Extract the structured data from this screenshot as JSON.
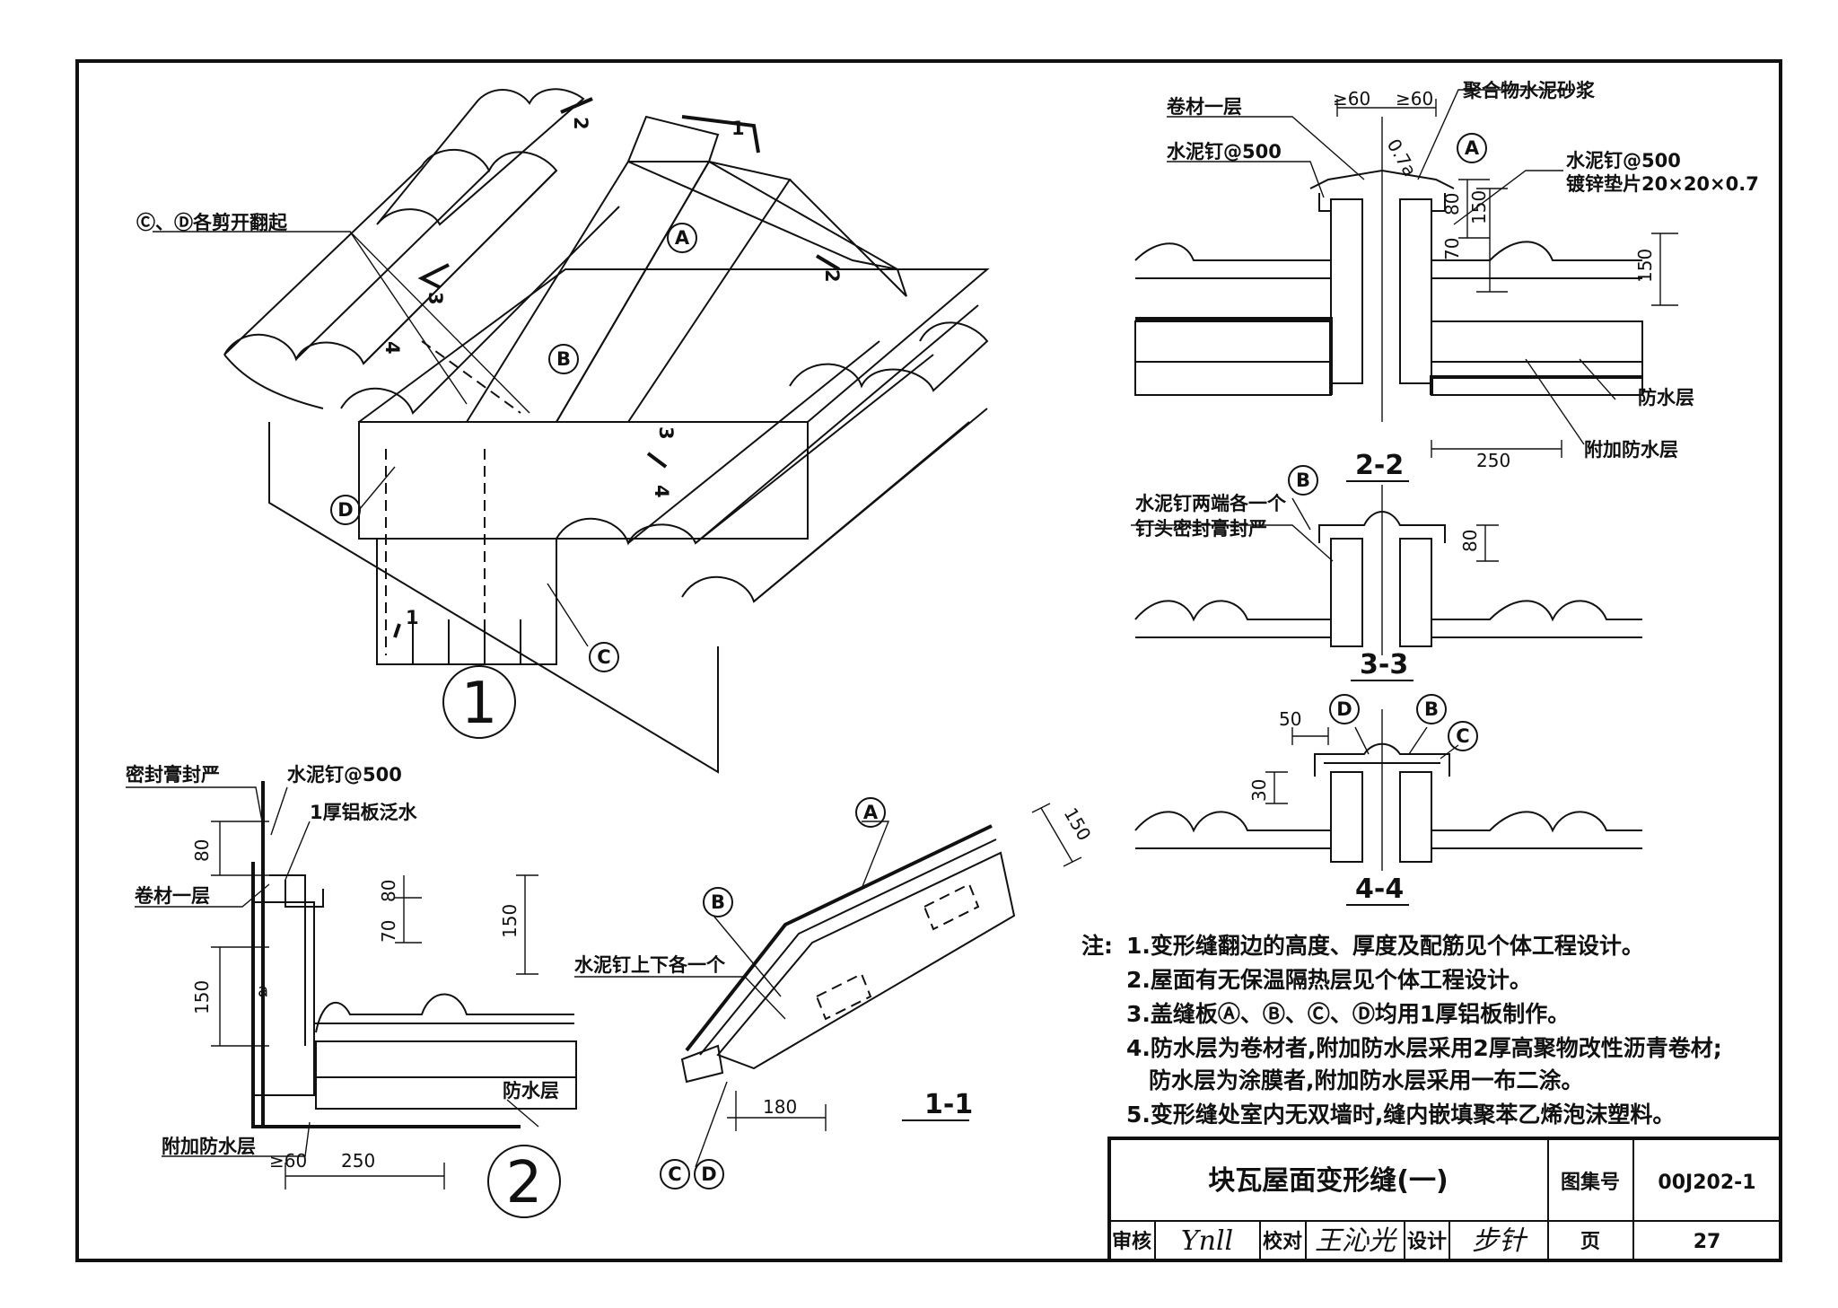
{
  "callouts": {
    "cd_cut": "Ⓒ、Ⓓ各剪开翻起",
    "A": "A",
    "B": "B",
    "C": "C",
    "D": "D",
    "cut_1": "1",
    "cut_2": "2",
    "cut_3": "3",
    "cut_4": "4",
    "detail_1": "1",
    "detail_2": "2"
  },
  "labels": {
    "sealant": "密封膏封严",
    "cement_nail": "水泥钉@500",
    "al_flashing": "1厚铝板泛水",
    "membrane": "卷材一层",
    "waterproof": "防水层",
    "extra_waterproof": "附加防水层",
    "polymer_mortar": "聚合物水泥砂浆",
    "cement_nail_right": "水泥钉@500",
    "washer": "镀锌垫片20×20×0.7",
    "nail_each_side": "水泥钉两端各一个",
    "nail_head_seal": "钉头密封膏封严",
    "nail_up_down": "水泥钉上下各一个",
    "a": "a"
  },
  "dims": {
    "d80": "80",
    "d150": "150",
    "d70": "70",
    "d250": "250",
    "d60": "≥60",
    "d180": "180",
    "d50": "50",
    "d30": "30",
    "d07": "0.7a"
  },
  "sections": {
    "s11": "1-1",
    "s22": "2-2",
    "s33": "3-3",
    "s44": "4-4"
  },
  "notes": {
    "prefix": "注:",
    "items": [
      "1.变形缝翻边的高度、厚度及配筋见个体工程设计。",
      "2.屋面有无保温隔热层见个体工程设计。",
      "3.盖缝板Ⓐ、Ⓑ、Ⓒ、Ⓓ均用1厚铝板制作。",
      "4.防水层为卷材者,附加防水层采用2厚高聚物改性沥青卷材;",
      "防水层为涂膜者,附加防水层采用一布二涂。",
      "5.变形缝处室内无双墙时,缝内嵌填聚苯乙烯泡沫塑料。"
    ]
  },
  "title_block": {
    "title": "块瓦屋面变形缝(一)",
    "atlas_label": "图集号",
    "atlas_no": "00J202-1",
    "review": "审核",
    "check": "校对",
    "design": "设计",
    "page_label": "页",
    "page_no": "27",
    "sig_review": "Ynll",
    "sig_check": "王沁光",
    "sig_design": "步针"
  }
}
